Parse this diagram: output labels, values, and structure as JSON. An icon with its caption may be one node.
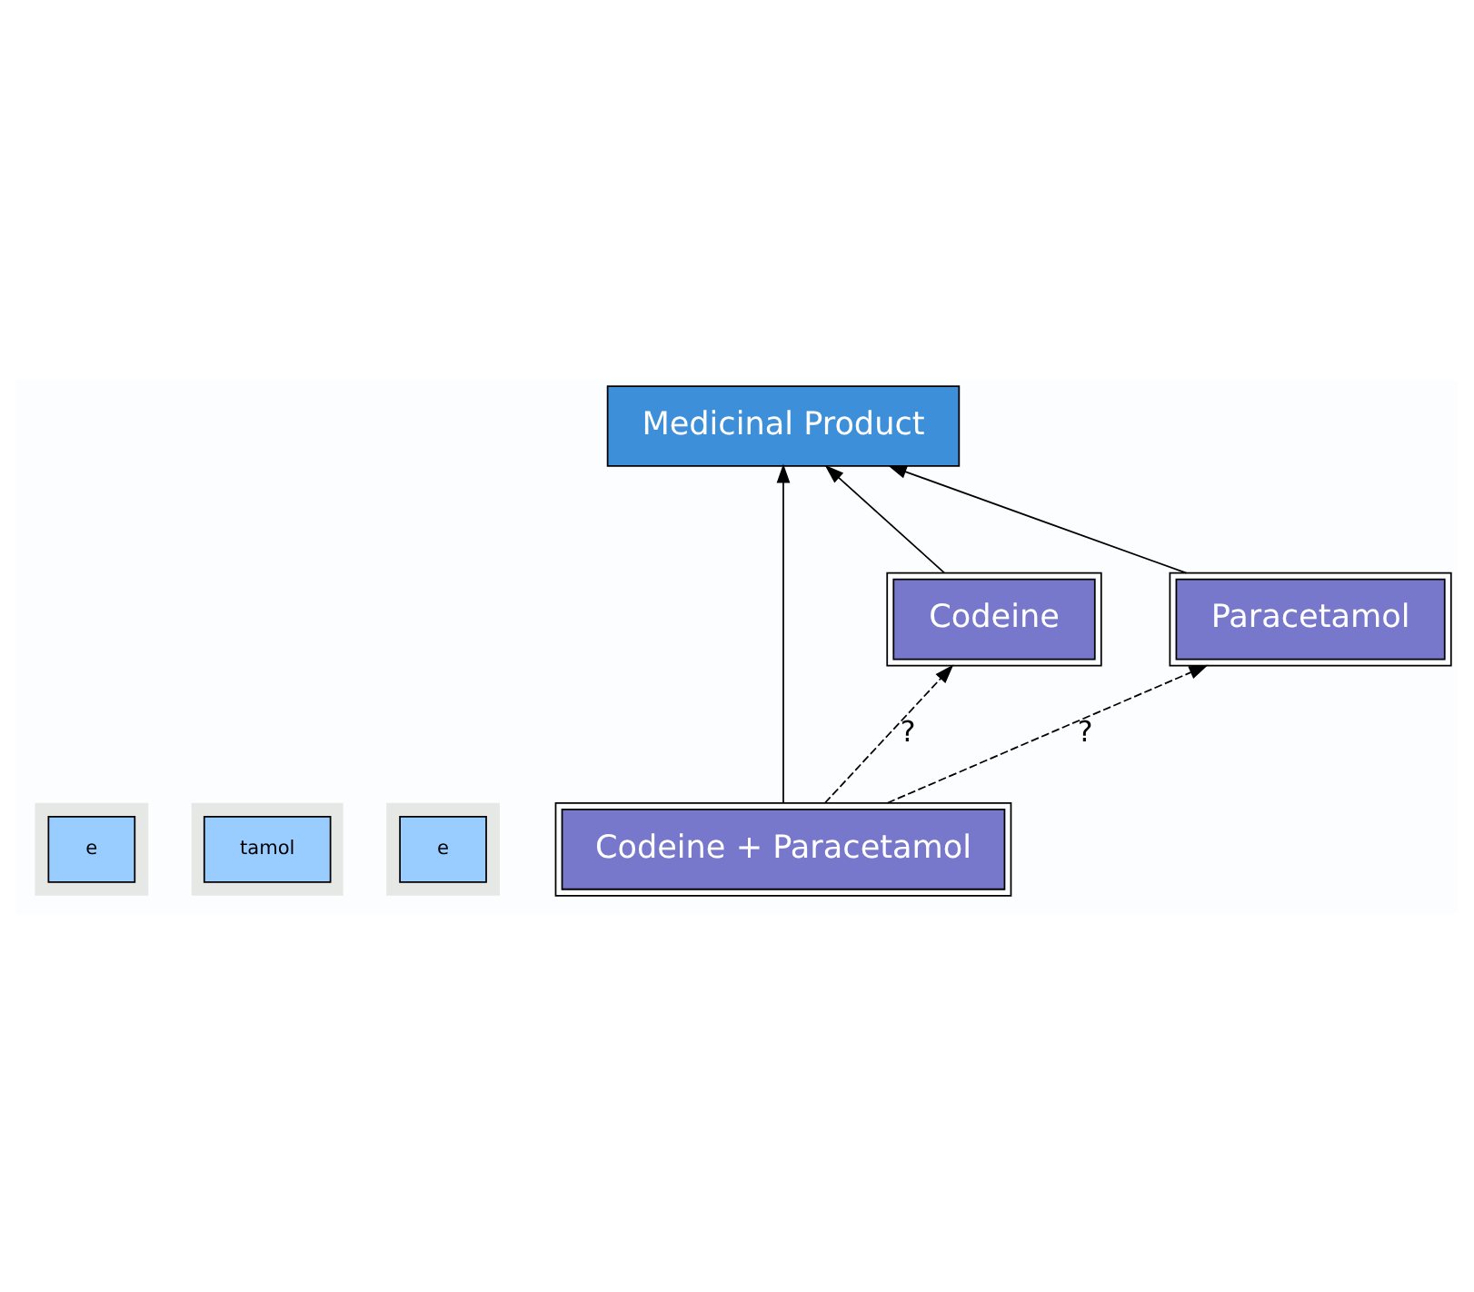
{
  "diagram": {
    "nodes": [
      {
        "text": [
          "Medicinal Product"
        ]
      },
      {
        "text": [
          "Codeine"
        ]
      },
      {
        "text": [
          "Paracetamol"
        ]
      },
      {
        "text": [
          "Codeine + Paracetamol"
        ]
      },
      {
        "text": [],
        "shape": "box"
      },
      {
        "text": [
          "e"
        ],
        "in": 4
      },
      {
        "text": [],
        "shape": "box"
      },
      {
        "text": [
          "tamol"
        ],
        "in": 6
      },
      {
        "text": [],
        "shape": "box"
      },
      {
        "text": [
          "e"
        ],
        "in": 8
      }
    ],
    "edges": [
      {
        "from": 1,
        "to": 0,
        "arrow": "to"
      },
      {
        "from": 3,
        "to": 0,
        "arrow": "to"
      },
      {
        "from": 2,
        "to": 0,
        "arrow": "to"
      },
      {
        "from": 3,
        "to": 1,
        "arrow": "to",
        "style": "dashed",
        "label": "?"
      },
      {
        "from": 3,
        "to": 2,
        "arrow": "to",
        "style": "dashed",
        "label": "?"
      }
    ]
  }
}
